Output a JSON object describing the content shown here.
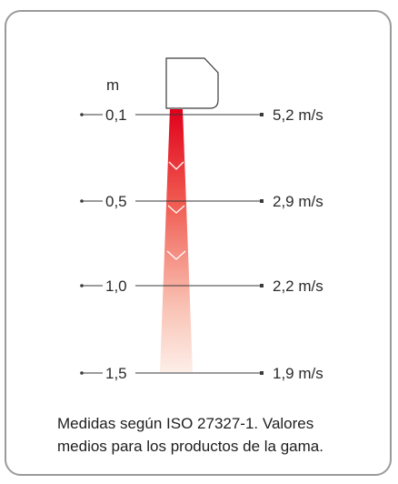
{
  "diagram": {
    "unit_label": "m",
    "rows": [
      {
        "distance": "0,1",
        "velocity": "5,2 m/s"
      },
      {
        "distance": "0,5",
        "velocity": "2,9 m/s"
      },
      {
        "distance": "1,0",
        "velocity": "2,2 m/s"
      },
      {
        "distance": "1,5",
        "velocity": "1,9 m/s"
      }
    ],
    "colors": {
      "jet_top": "#e0001b",
      "jet_bottom": "#fde7e0",
      "line": "#3a3a3a",
      "text": "#2a2a2a",
      "border": "#9a9a9a"
    }
  },
  "caption": {
    "line1": "Medidas según ISO 27327-1. Valores",
    "line2": "medios para los productos de la gama."
  }
}
